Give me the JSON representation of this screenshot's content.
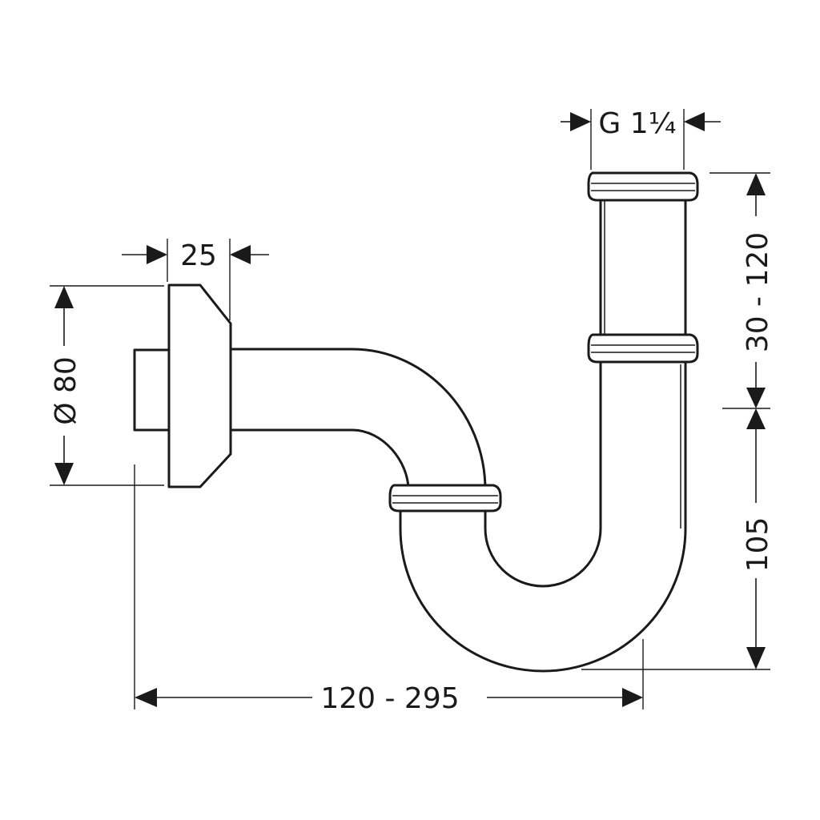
{
  "diagram": {
    "dimensions": {
      "thread_size": "G 1¼",
      "flange_depth": "25",
      "flange_diameter": "Ø 80",
      "tailpiece_height": "30 - 120",
      "trap_depth": "105",
      "wall_distance": "120 - 295"
    }
  }
}
